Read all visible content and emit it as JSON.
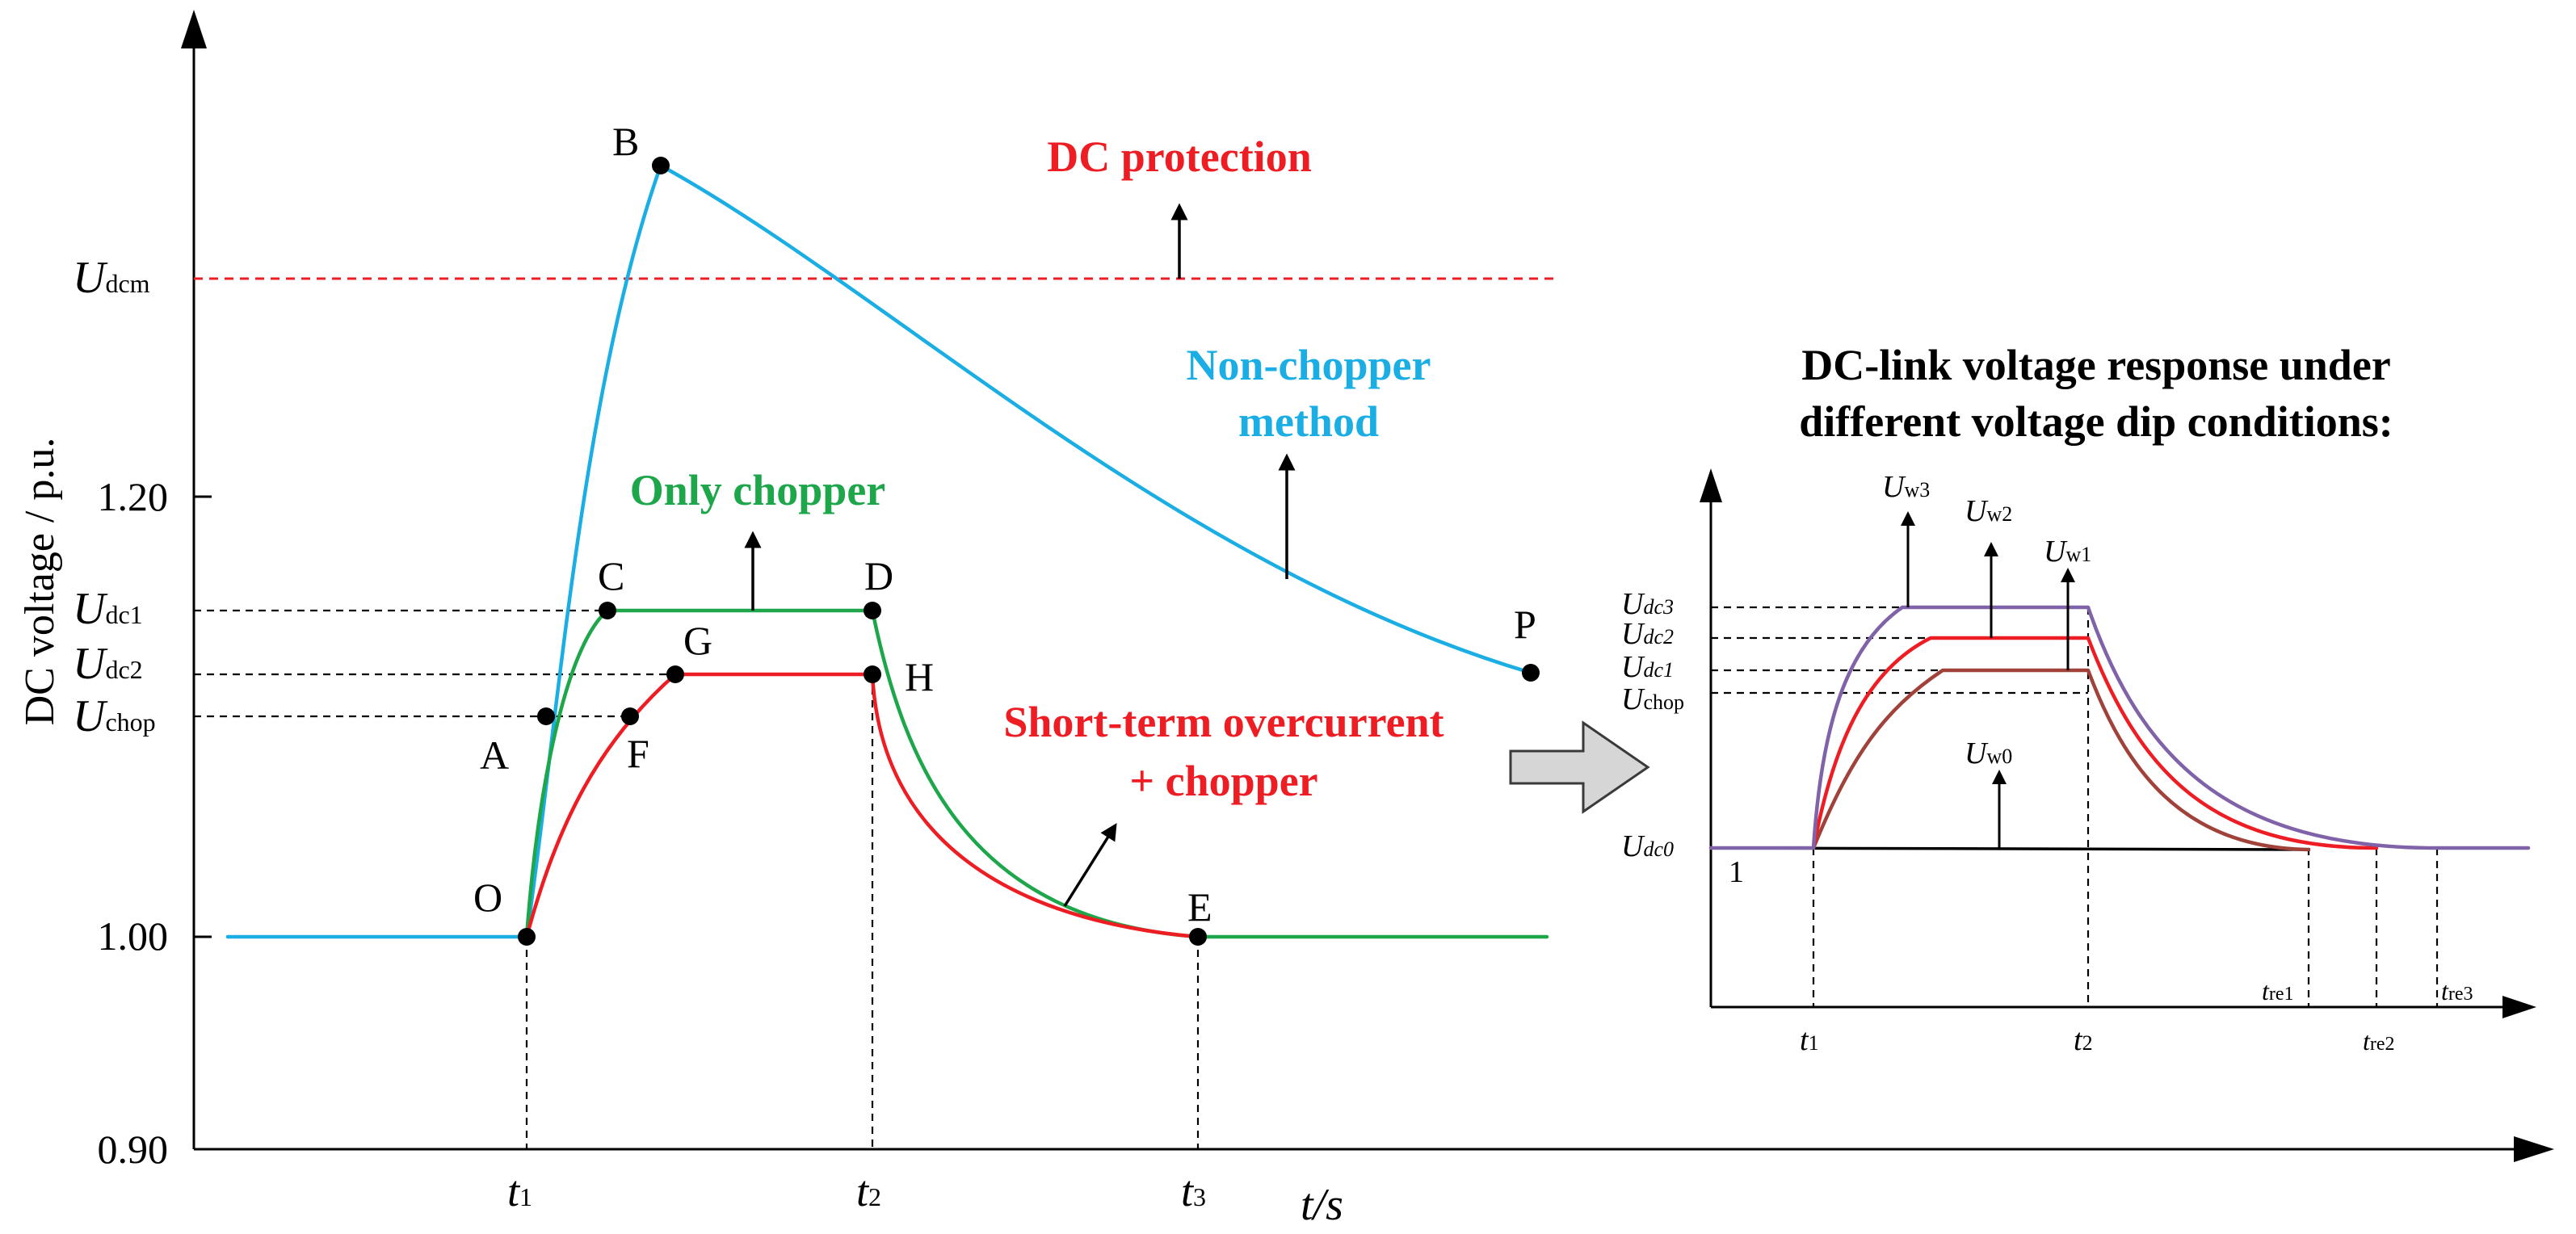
{
  "chart_data": [
    {
      "type": "line",
      "ylabel": "DC voltage / p.u.",
      "xlabel": "t/s",
      "y_ticks": [
        "1.00",
        "1.20",
        "0.90"
      ],
      "y_levels": [
        {
          "label": "U",
          "sub": "dcm"
        },
        {
          "label": "U",
          "sub": "dc1"
        },
        {
          "label": "U",
          "sub": "dc2"
        },
        {
          "label": "U",
          "sub": "chop"
        }
      ],
      "x_ticks": [
        {
          "label": "t",
          "sub": "1"
        },
        {
          "label": "t",
          "sub": "2"
        },
        {
          "label": "t",
          "sub": "3"
        }
      ],
      "points": [
        "O",
        "A",
        "B",
        "C",
        "D",
        "E",
        "F",
        "G",
        "H",
        "P"
      ],
      "annotations": {
        "dc_protection": "DC protection",
        "non_chopper_line1": "Non-chopper",
        "non_chopper_line2": "method",
        "only_chopper": "Only chopper",
        "short_term_line1": "Short-term overcurrent",
        "short_term_line2": "+ chopper"
      },
      "colors": {
        "non_chopper": "#1AAEE5",
        "only_chopper": "#1DA64A",
        "short_term": "#EE1D23",
        "dc_protection": "#EE1D23"
      }
    },
    {
      "type": "line",
      "title_line1": "DC-link voltage response under",
      "title_line2": "different voltage dip conditions:",
      "y_levels": [
        {
          "label": "U",
          "sub": "dc3"
        },
        {
          "label": "U",
          "sub": "dc2"
        },
        {
          "label": "U",
          "sub": "dc1"
        },
        {
          "label": "U",
          "sub": "chop"
        },
        {
          "label": "U",
          "sub": "dc0"
        }
      ],
      "y_base": "1",
      "x_ticks": [
        {
          "label": "t",
          "sub": "1"
        },
        {
          "label": "t",
          "sub": "2"
        },
        {
          "label": "t",
          "sub": "re1"
        },
        {
          "label": "t",
          "sub": "re2"
        },
        {
          "label": "t",
          "sub": "re3"
        }
      ],
      "arrow_labels": [
        {
          "label": "U",
          "sub": "w3"
        },
        {
          "label": "U",
          "sub": "w2"
        },
        {
          "label": "U",
          "sub": "w1"
        },
        {
          "label": "U",
          "sub": "w0"
        }
      ],
      "colors": {
        "w3": "#7F62A8",
        "w2": "#EE1D23",
        "w1": "#A0413A",
        "w0": "#000000"
      }
    }
  ]
}
